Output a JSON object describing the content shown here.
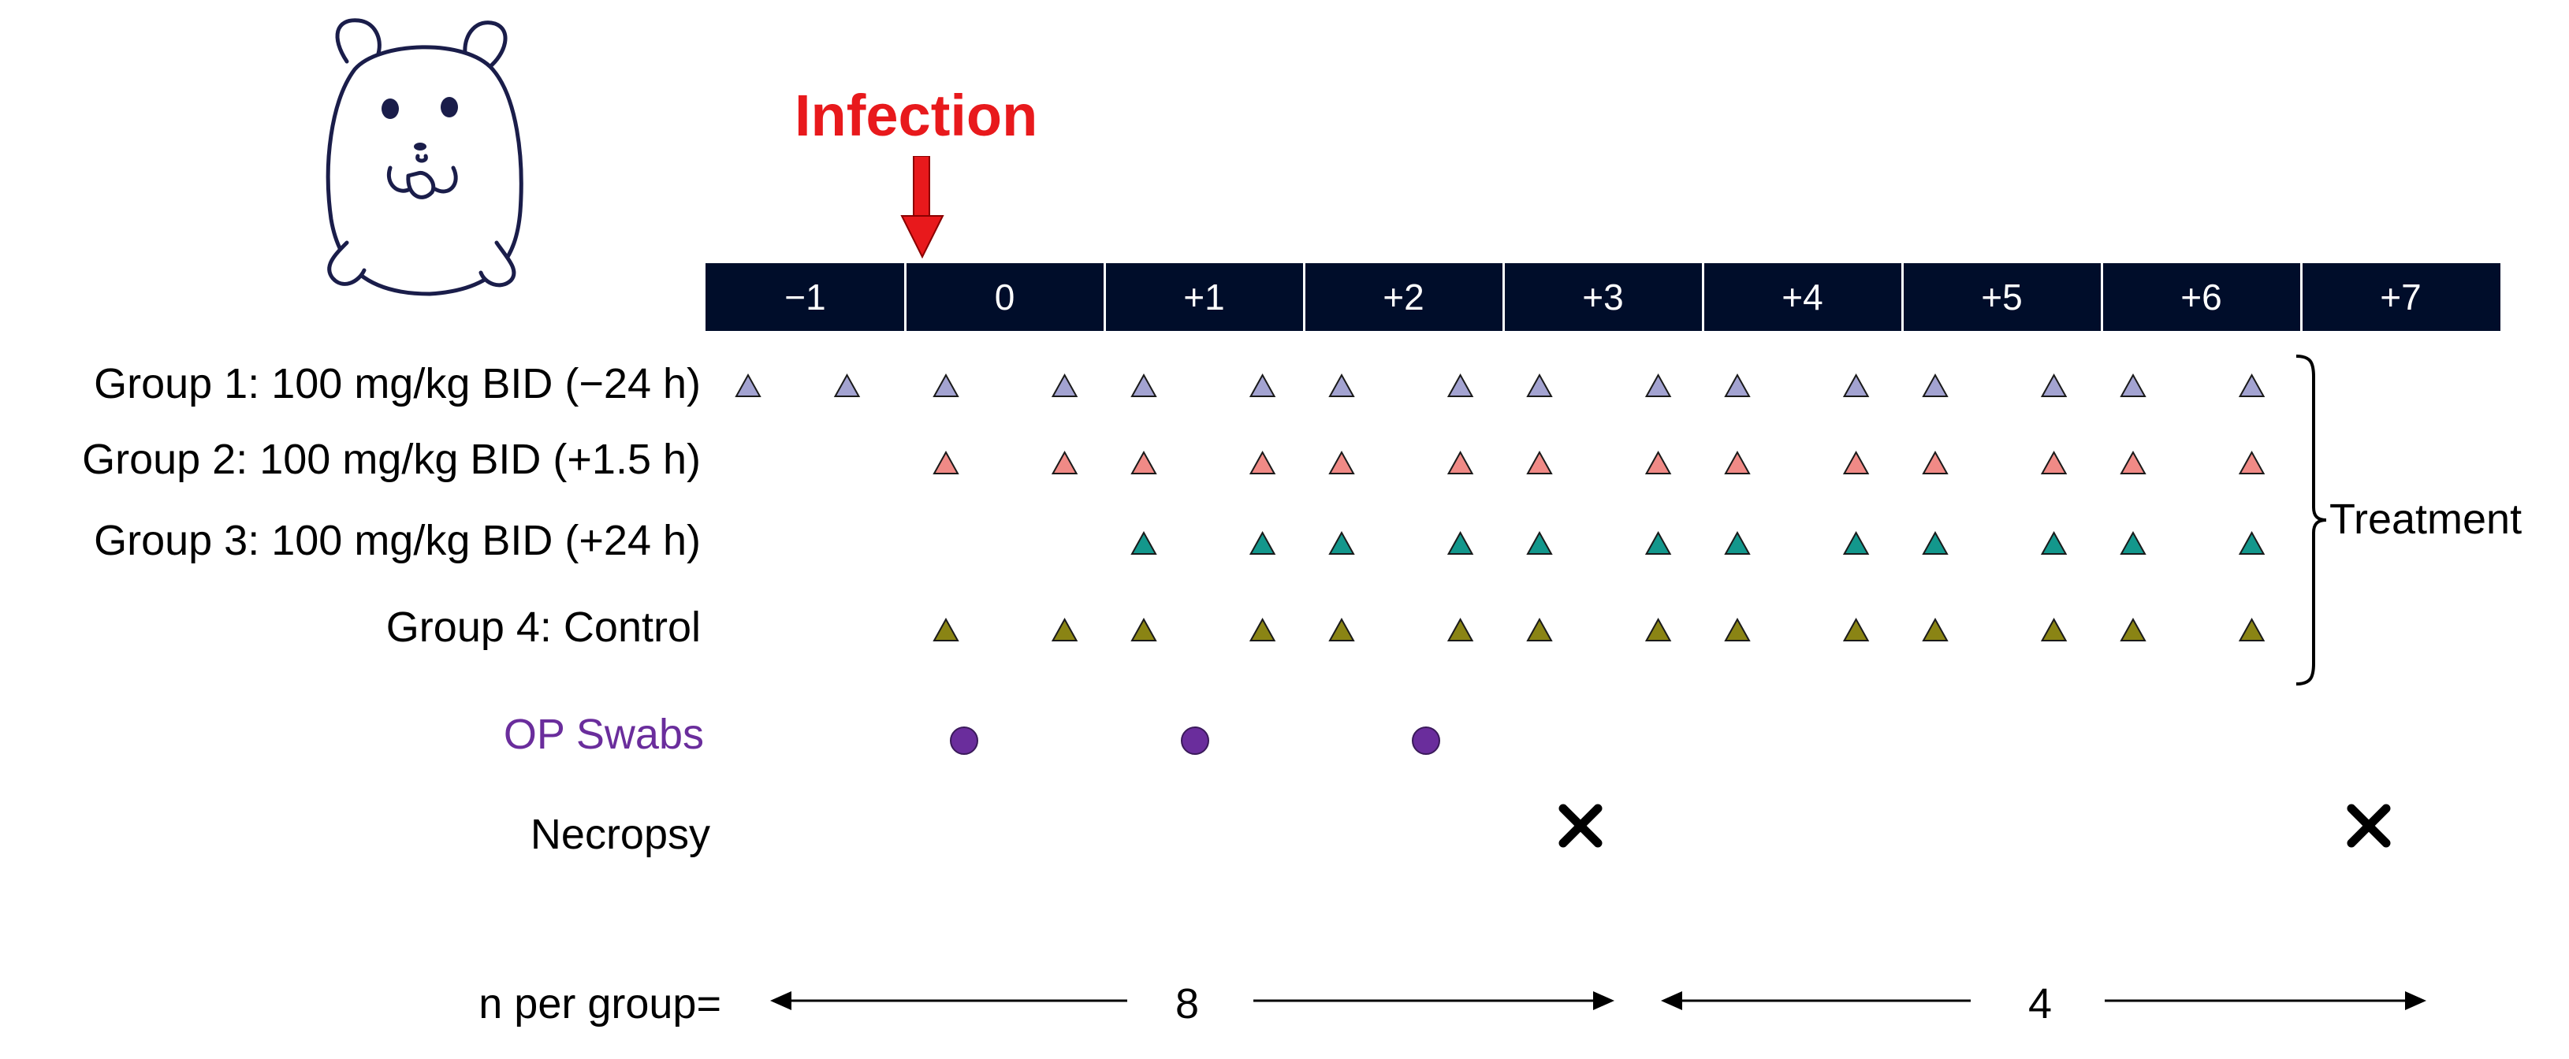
{
  "infection_label": "Infection",
  "timeline": [
    "−1",
    "0",
    "+1",
    "+2",
    "+3",
    "+4",
    "+5",
    "+6",
    "+7"
  ],
  "groups": [
    {
      "label": "Group 1: 100 mg/kg BID (−24 h)",
      "color": "#a3a3d1",
      "doses": [
        -1.0,
        -0.5,
        0.0,
        0.6,
        1.0,
        1.6,
        2.0,
        2.6,
        3.0,
        3.6,
        4.0,
        4.6,
        5.0,
        5.6,
        6.0,
        6.6
      ]
    },
    {
      "label": "Group 2: 100 mg/kg BID (+1.5 h)",
      "color": "#f08a86",
      "doses": [
        0.0,
        0.6,
        1.0,
        1.6,
        2.0,
        2.6,
        3.0,
        3.6,
        4.0,
        4.6,
        5.0,
        5.6,
        6.0,
        6.6
      ]
    },
    {
      "label": "Group 3: 100 mg/kg BID (+24 h)",
      "color": "#13978c",
      "doses": [
        1.0,
        1.6,
        2.0,
        2.6,
        3.0,
        3.6,
        4.0,
        4.6,
        5.0,
        5.6,
        6.0,
        6.6
      ]
    },
    {
      "label": "Group 4: Control",
      "color": "#8a8414",
      "doses": [
        0.0,
        0.6,
        1.0,
        1.6,
        2.0,
        2.6,
        3.0,
        3.6,
        4.0,
        4.6,
        5.0,
        5.6,
        6.0,
        6.6
      ]
    }
  ],
  "treatment_label": "Treatment",
  "op_swabs": {
    "label": "OP Swabs",
    "color": "#6a2d9c",
    "days": [
      1,
      2,
      3
    ]
  },
  "necropsy": {
    "label": "Necropsy",
    "days": [
      3,
      7
    ]
  },
  "n_per_group": {
    "label": "n per group=",
    "values": [
      "8",
      "4"
    ]
  }
}
